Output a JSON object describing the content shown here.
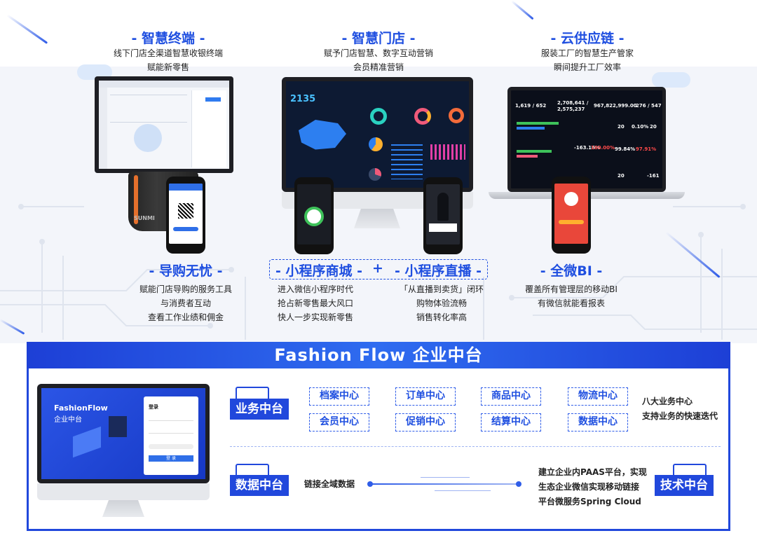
{
  "top_sections": [
    {
      "title": "- 智慧终端 -",
      "lines": [
        "线下门店全渠道智慧收银终端",
        "赋能新零售"
      ]
    },
    {
      "title": "- 智慧门店 -",
      "lines": [
        "赋予门店智慧、数字互动营销",
        "会员精准营销"
      ]
    },
    {
      "title": "- 云供应链 -",
      "lines": [
        "服装工厂的智慧生产管家",
        "瞬间提升工厂效率"
      ]
    }
  ],
  "mid_sections": [
    {
      "title": "- 导购无忧 -",
      "lines": [
        "赋能门店导购的服务工具",
        "与消费者互动",
        "查看工作业绩和佣金"
      ]
    },
    {
      "title": "- 小程序商城 -",
      "lines": [
        "进入微信小程序时代",
        "抢占新零售最大风口",
        "快人一步实现新零售"
      ]
    },
    {
      "title": "- 小程序直播 -",
      "lines": [
        "「从直播到卖货」闭环",
        "购物体验流畅",
        "销售转化率高"
      ]
    },
    {
      "title": "- 全微BI -",
      "lines": [
        "覆盖所有管理层的移动BI",
        "有微信就能看报表"
      ]
    }
  ],
  "plus_sign": "+",
  "devices": {
    "pos_brand": "SUNMI",
    "store_screen_number": "2135",
    "bi_numbers": [
      "1,619 / 652",
      "2,708,641 / 2,575,237",
      "967,822,999.00",
      "276 / 547"
    ],
    "bi_small": [
      "20",
      "0.10%",
      "20",
      "-163.16%",
      "100.00%",
      "99.84%",
      "97.91%",
      "20",
      "-161"
    ],
    "apple_logo": ""
  },
  "banner": {
    "title": "Fashion Flow 企业中台"
  },
  "laptop": {
    "brand": "FashionFlow",
    "subtitle": "企业中台",
    "login_title": "登录",
    "login_button": "登 录"
  },
  "business": {
    "badge": "业务中台",
    "centers": [
      "档案中心",
      "订单中心",
      "商品中心",
      "物流中心",
      "会员中心",
      "促销中心",
      "结算中心",
      "数据中心"
    ],
    "desc": [
      "八大业务中心",
      "支持业务的快速迭代"
    ]
  },
  "data": {
    "badge": "数据中台",
    "desc": "链接全域数据"
  },
  "tech": {
    "badge": "技术中台",
    "desc": [
      "建立企业内PAAS平台，实现",
      "生态企业微信实现移动链接",
      "平台微服务Spring Cloud"
    ]
  },
  "colors": {
    "accent": "#1f4fe0",
    "banner": "#2148dc",
    "dark_screen": "#0d1a33"
  }
}
